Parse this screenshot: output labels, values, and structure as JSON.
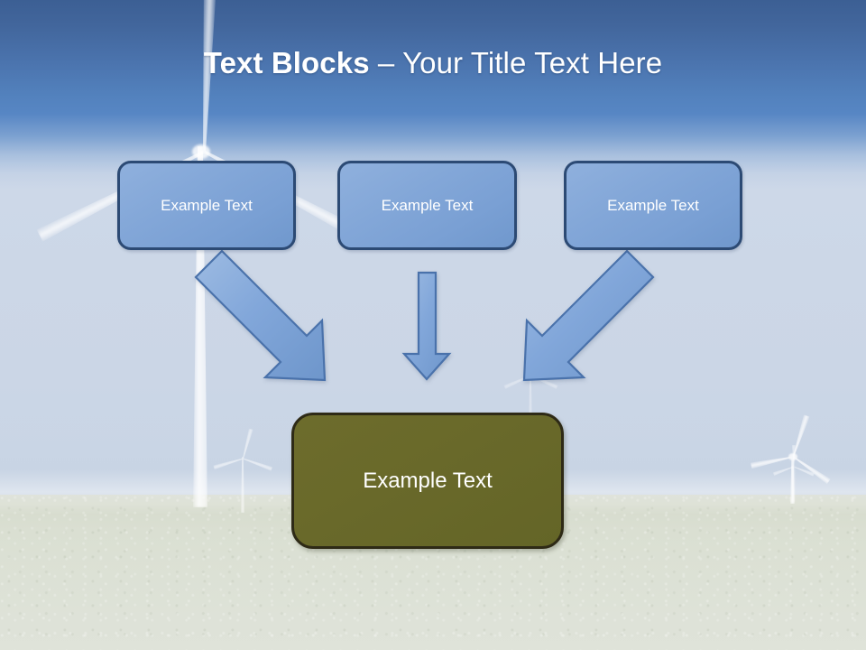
{
  "slide": {
    "title_strong": "Text Blocks",
    "title_separator": " – ",
    "title_rest": "Your Title Text Here",
    "background_description": "wind-turbine-landscape"
  },
  "theme": {
    "sky_top": "#3c5f94",
    "sky_mid": "#5786c4",
    "sky_bottom": "#ccd7e7",
    "ground": "#dce1d5",
    "box_blue_fill": "#83a7d8",
    "box_blue_border": "#2c4a74",
    "box_olive_fill": "#69692a",
    "box_olive_border": "#2e2a16",
    "arrow_fill": "#7ba3d6",
    "arrow_border": "#4a72ab",
    "text_color": "#ffffff"
  },
  "nodes": {
    "top": [
      {
        "id": "box1",
        "label": "Example Text"
      },
      {
        "id": "box2",
        "label": "Example Text"
      },
      {
        "id": "box3",
        "label": "Example Text"
      }
    ],
    "bottom": {
      "id": "box4",
      "label": "Example Text"
    }
  },
  "arrows": [
    {
      "id": "arrow-left",
      "direction": "down-right",
      "from": "box1",
      "to": "box4"
    },
    {
      "id": "arrow-center",
      "direction": "down",
      "from": "box2",
      "to": "box4"
    },
    {
      "id": "arrow-right",
      "direction": "down-left",
      "from": "box3",
      "to": "box4"
    }
  ]
}
